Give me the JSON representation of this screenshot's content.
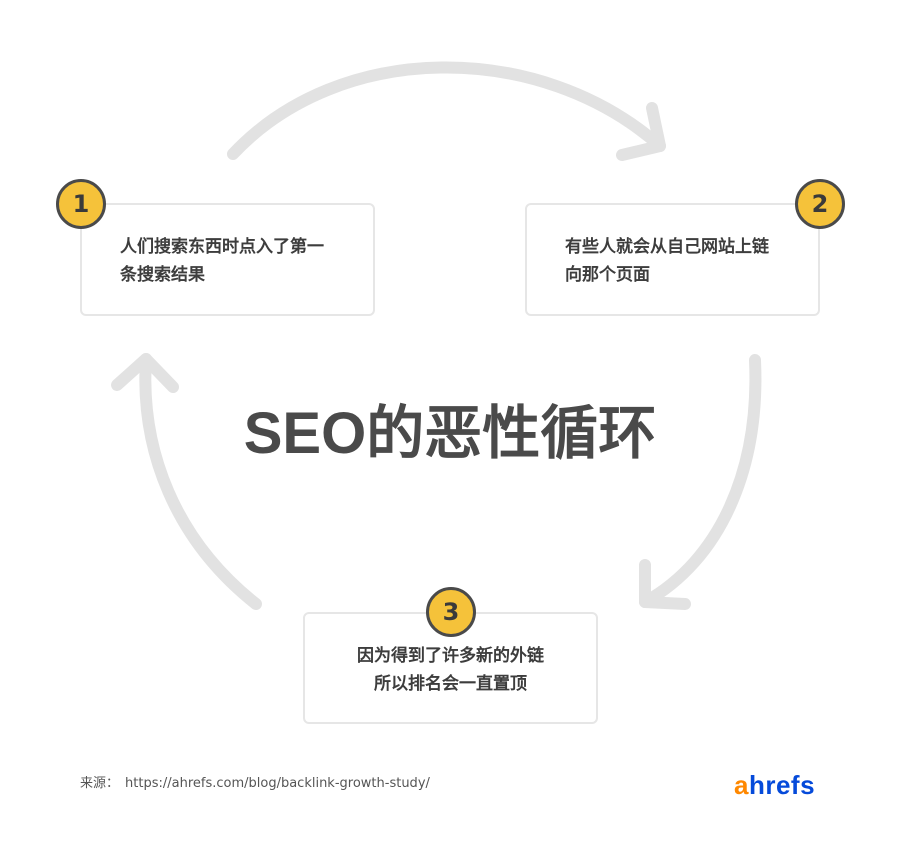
{
  "title": "SEO的恶性循环",
  "steps": [
    {
      "number": "1",
      "lines": [
        "人们搜索东西时点入了第一",
        "条搜索结果"
      ]
    },
    {
      "number": "2",
      "lines": [
        "有些人就会从自己网站上链",
        "向那个页面"
      ]
    },
    {
      "number": "3",
      "lines": [
        "因为得到了许多新的外链",
        "所以排名会一直置顶"
      ]
    }
  ],
  "source": {
    "label": "来源：",
    "url": "https://ahrefs.com/blog/backlink-growth-study/"
  },
  "logo": {
    "first_letter": "a",
    "rest": "hrefs",
    "colors": {
      "first_letter": "#ff8800",
      "rest": "#054ada"
    }
  },
  "colors": {
    "badge_fill": "#f5c23a",
    "badge_border": "#4a4a4a",
    "arrow": "#e2e2e2",
    "box_border": "#e6e6e6",
    "title": "#4a4a4a"
  },
  "cycle_arrows": [
    {
      "from_step": "1",
      "to_step": "2",
      "icon": "curved-arrow-icon"
    },
    {
      "from_step": "2",
      "to_step": "3",
      "icon": "curved-arrow-icon"
    },
    {
      "from_step": "3",
      "to_step": "1",
      "icon": "curved-arrow-icon"
    }
  ]
}
